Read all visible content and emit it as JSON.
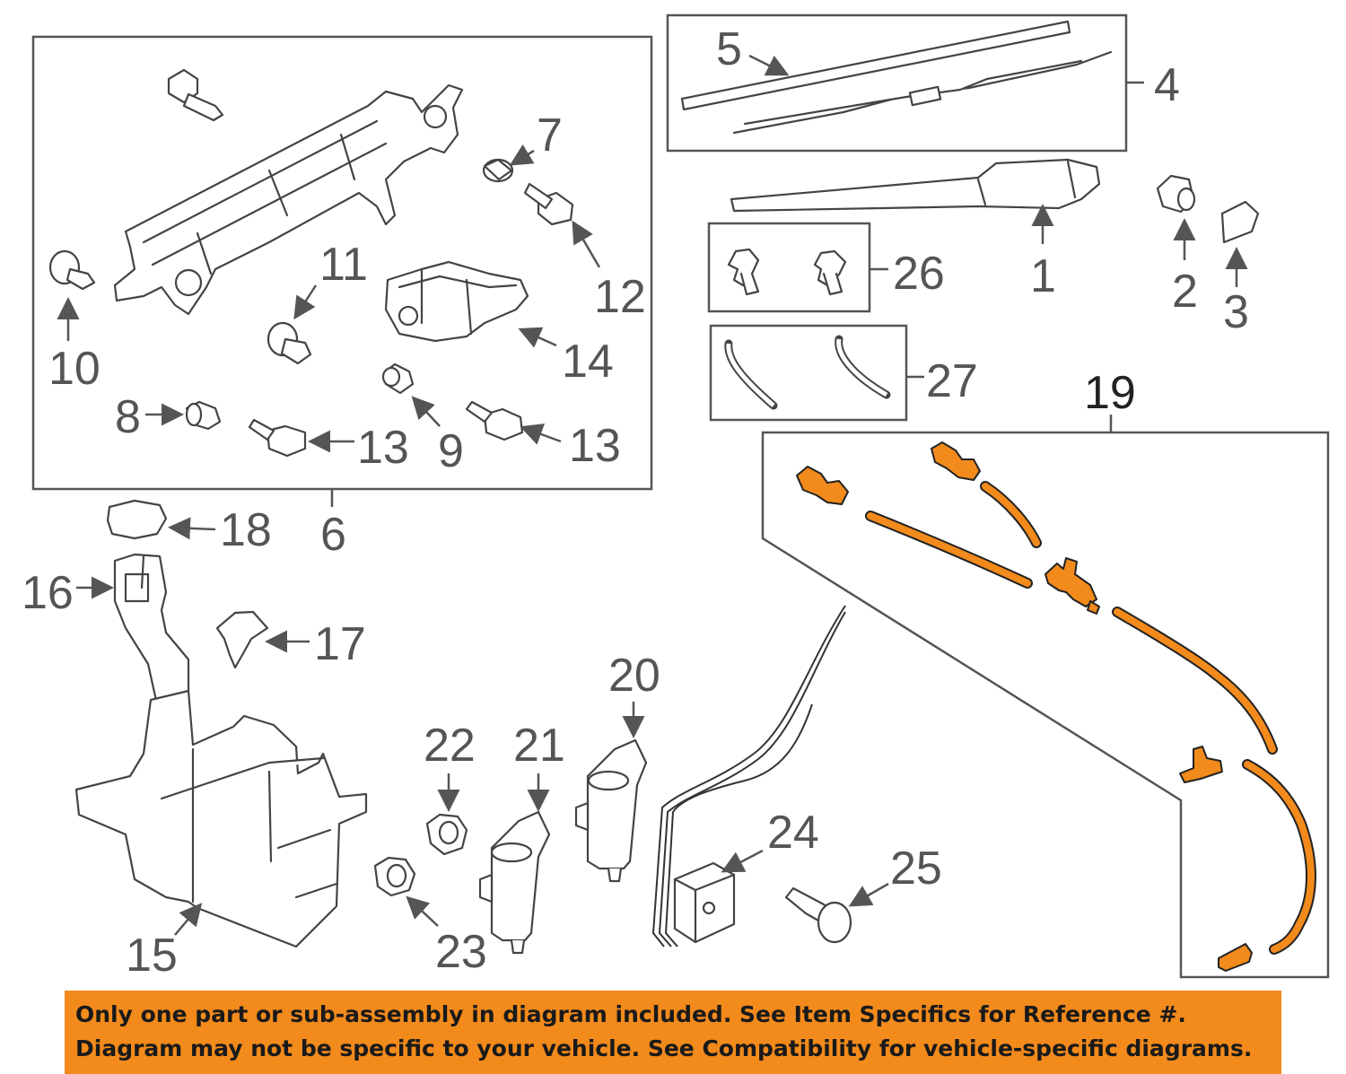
{
  "callouts": {
    "c1": "1",
    "c2": "2",
    "c3": "3",
    "c4": "4",
    "c5": "5",
    "c6": "6",
    "c7": "7",
    "c8": "8",
    "c9": "9",
    "c10": "10",
    "c11": "11",
    "c12": "12",
    "c13a": "13",
    "c13b": "13",
    "c14": "14",
    "c15": "15",
    "c16": "16",
    "c17": "17",
    "c18": "18",
    "c19": "19",
    "c20": "20",
    "c21": "21",
    "c22": "22",
    "c23": "23",
    "c24": "24",
    "c25": "25",
    "c26": "26",
    "c27": "27"
  },
  "banner": {
    "line1": "Only one part or sub-assembly in diagram included. See Item Specifics for Reference #.",
    "line2": "Diagram may not be specific to your vehicle. See Compatibility for vehicle-specific diagrams."
  },
  "colors": {
    "highlight": "#f28a1c",
    "line": "#444444"
  }
}
